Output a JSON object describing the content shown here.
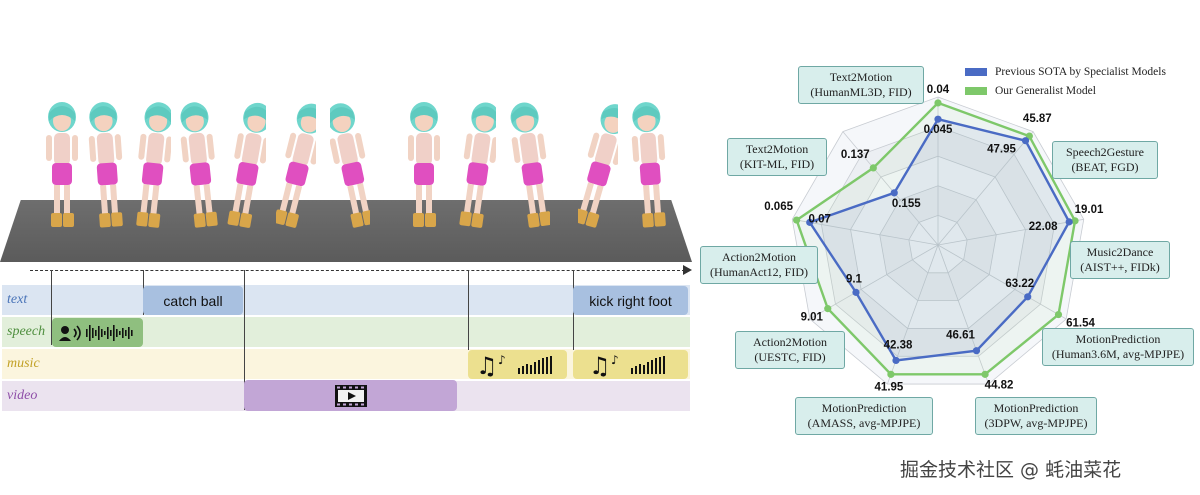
{
  "timeline": {
    "tracks": [
      {
        "label": "text",
        "label_color": "#4a74b8",
        "bg": "#dbe5f2"
      },
      {
        "label": "speech",
        "label_color": "#4f8f3f",
        "bg": "#e2efdb"
      },
      {
        "label": "music",
        "label_color": "#c2a126",
        "bg": "#fbf5de"
      },
      {
        "label": "video",
        "label_color": "#8e4ea8",
        "bg": "#ebe3ef"
      }
    ],
    "text_blocks": [
      "catch ball",
      "kick right foot"
    ],
    "colors": {
      "text_block": "#a8c0e0",
      "speech_block": "#8fbf7f",
      "music_block": "#ece08f",
      "video_block": "#c2a6d6"
    }
  },
  "radar": {
    "legend": [
      {
        "name": "Previous SOTA by Specialist Models",
        "color": "#4a6bc4"
      },
      {
        "name": "Our Generalist Model",
        "color": "#7ec86a"
      }
    ],
    "axes": [
      {
        "line1": "Text2Motion",
        "line2": "(HumanML3D, FID)"
      },
      {
        "line1": "Speech2Gesture",
        "line2": "(BEAT, FGD)"
      },
      {
        "line1": "Music2Dance",
        "line2": "(AIST++, FIDk)"
      },
      {
        "line1": "MotionPrediction",
        "line2": "(Human3.6M, avg-MPJPE)"
      },
      {
        "line1": "MotionPrediction",
        "line2": "(3DPW, avg-MPJPE)"
      },
      {
        "line1": "MotionPrediction",
        "line2": "(AMASS, avg-MPJPE)"
      },
      {
        "line1": "Action2Motion",
        "line2": "(UESTC, FID)"
      },
      {
        "line1": "Action2Motion",
        "line2": "(HumanAct12, FID)"
      },
      {
        "line1": "Text2Motion",
        "line2": "(KIT-ML, FID)"
      }
    ]
  },
  "chart_data": {
    "type": "radar",
    "axes": [
      "Text2Motion (HumanML3D, FID)",
      "Speech2Gesture (BEAT, FGD)",
      "Music2Dance (AIST++, FIDk)",
      "MotionPrediction (Human3.6M, avg-MPJPE)",
      "MotionPrediction (3DPW, avg-MPJPE)",
      "MotionPrediction (AMASS, avg-MPJPE)",
      "Action2Motion (UESTC, FID)",
      "Action2Motion (HumanAct12, FID)",
      "Text2Motion (KIT-ML, FID)"
    ],
    "series": [
      {
        "name": "Previous SOTA by Specialist Models",
        "values": [
          "0.045",
          "47.95",
          "22.08",
          "63.22",
          "46.61",
          "42.38",
          "9.1",
          "0.07",
          "0.155"
        ],
        "relative_radius": [
          0.85,
          0.92,
          0.9,
          0.7,
          0.76,
          0.83,
          0.64,
          0.88,
          0.46
        ]
      },
      {
        "name": "Our Generalist Model",
        "values": [
          "0.04",
          "45.87",
          "19.01",
          "61.54",
          "44.82",
          "41.95",
          "9.01",
          "0.065",
          "0.137"
        ],
        "relative_radius": [
          0.96,
          0.96,
          0.94,
          0.94,
          0.93,
          0.93,
          0.86,
          0.97,
          0.68
        ]
      }
    ]
  },
  "watermark": "掘金技术社区 @ 蚝油菜花"
}
